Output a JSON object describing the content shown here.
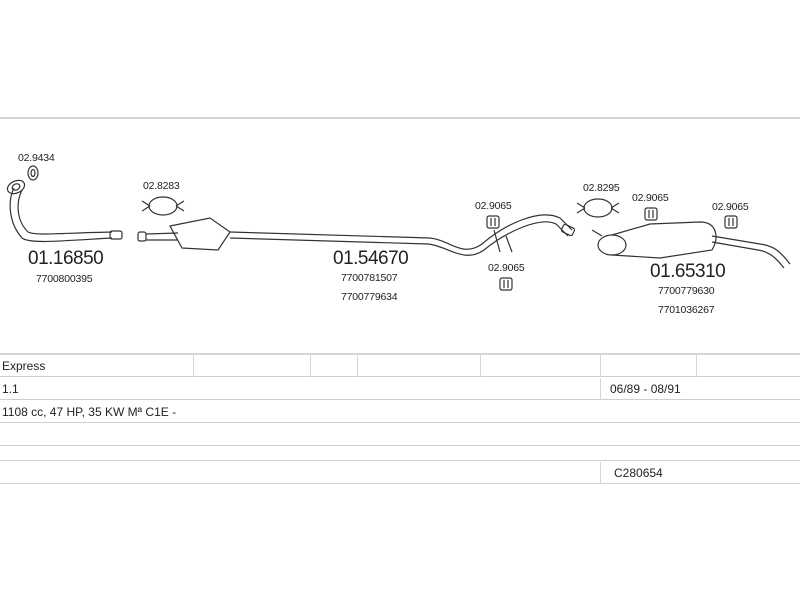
{
  "diagram": {
    "parts": [
      {
        "id": "front",
        "number": "01.16850",
        "oem": [
          "7700800395"
        ]
      },
      {
        "id": "middle",
        "number": "01.54670",
        "oem": [
          "7700781507",
          "7700779634"
        ]
      },
      {
        "id": "rear",
        "number": "01.65310",
        "oem": [
          "7700779630",
          "7701036267"
        ]
      }
    ],
    "fittings": {
      "gasket": "02.9434",
      "clamp_front": "02.8283",
      "hanger_mid_top": "02.9065",
      "hanger_mid_bottom": "02.9065",
      "clamp_rear": "02.8295",
      "hanger_rear_a": "02.9065",
      "hanger_rear_b": "02.9065"
    }
  },
  "table": {
    "model": "Express",
    "engine": "1.1",
    "years": "06/89 - 08/91",
    "specs": "1108 cc, 47 HP, 35 KW Mª C1E -",
    "blank": "",
    "code": "C280654"
  }
}
